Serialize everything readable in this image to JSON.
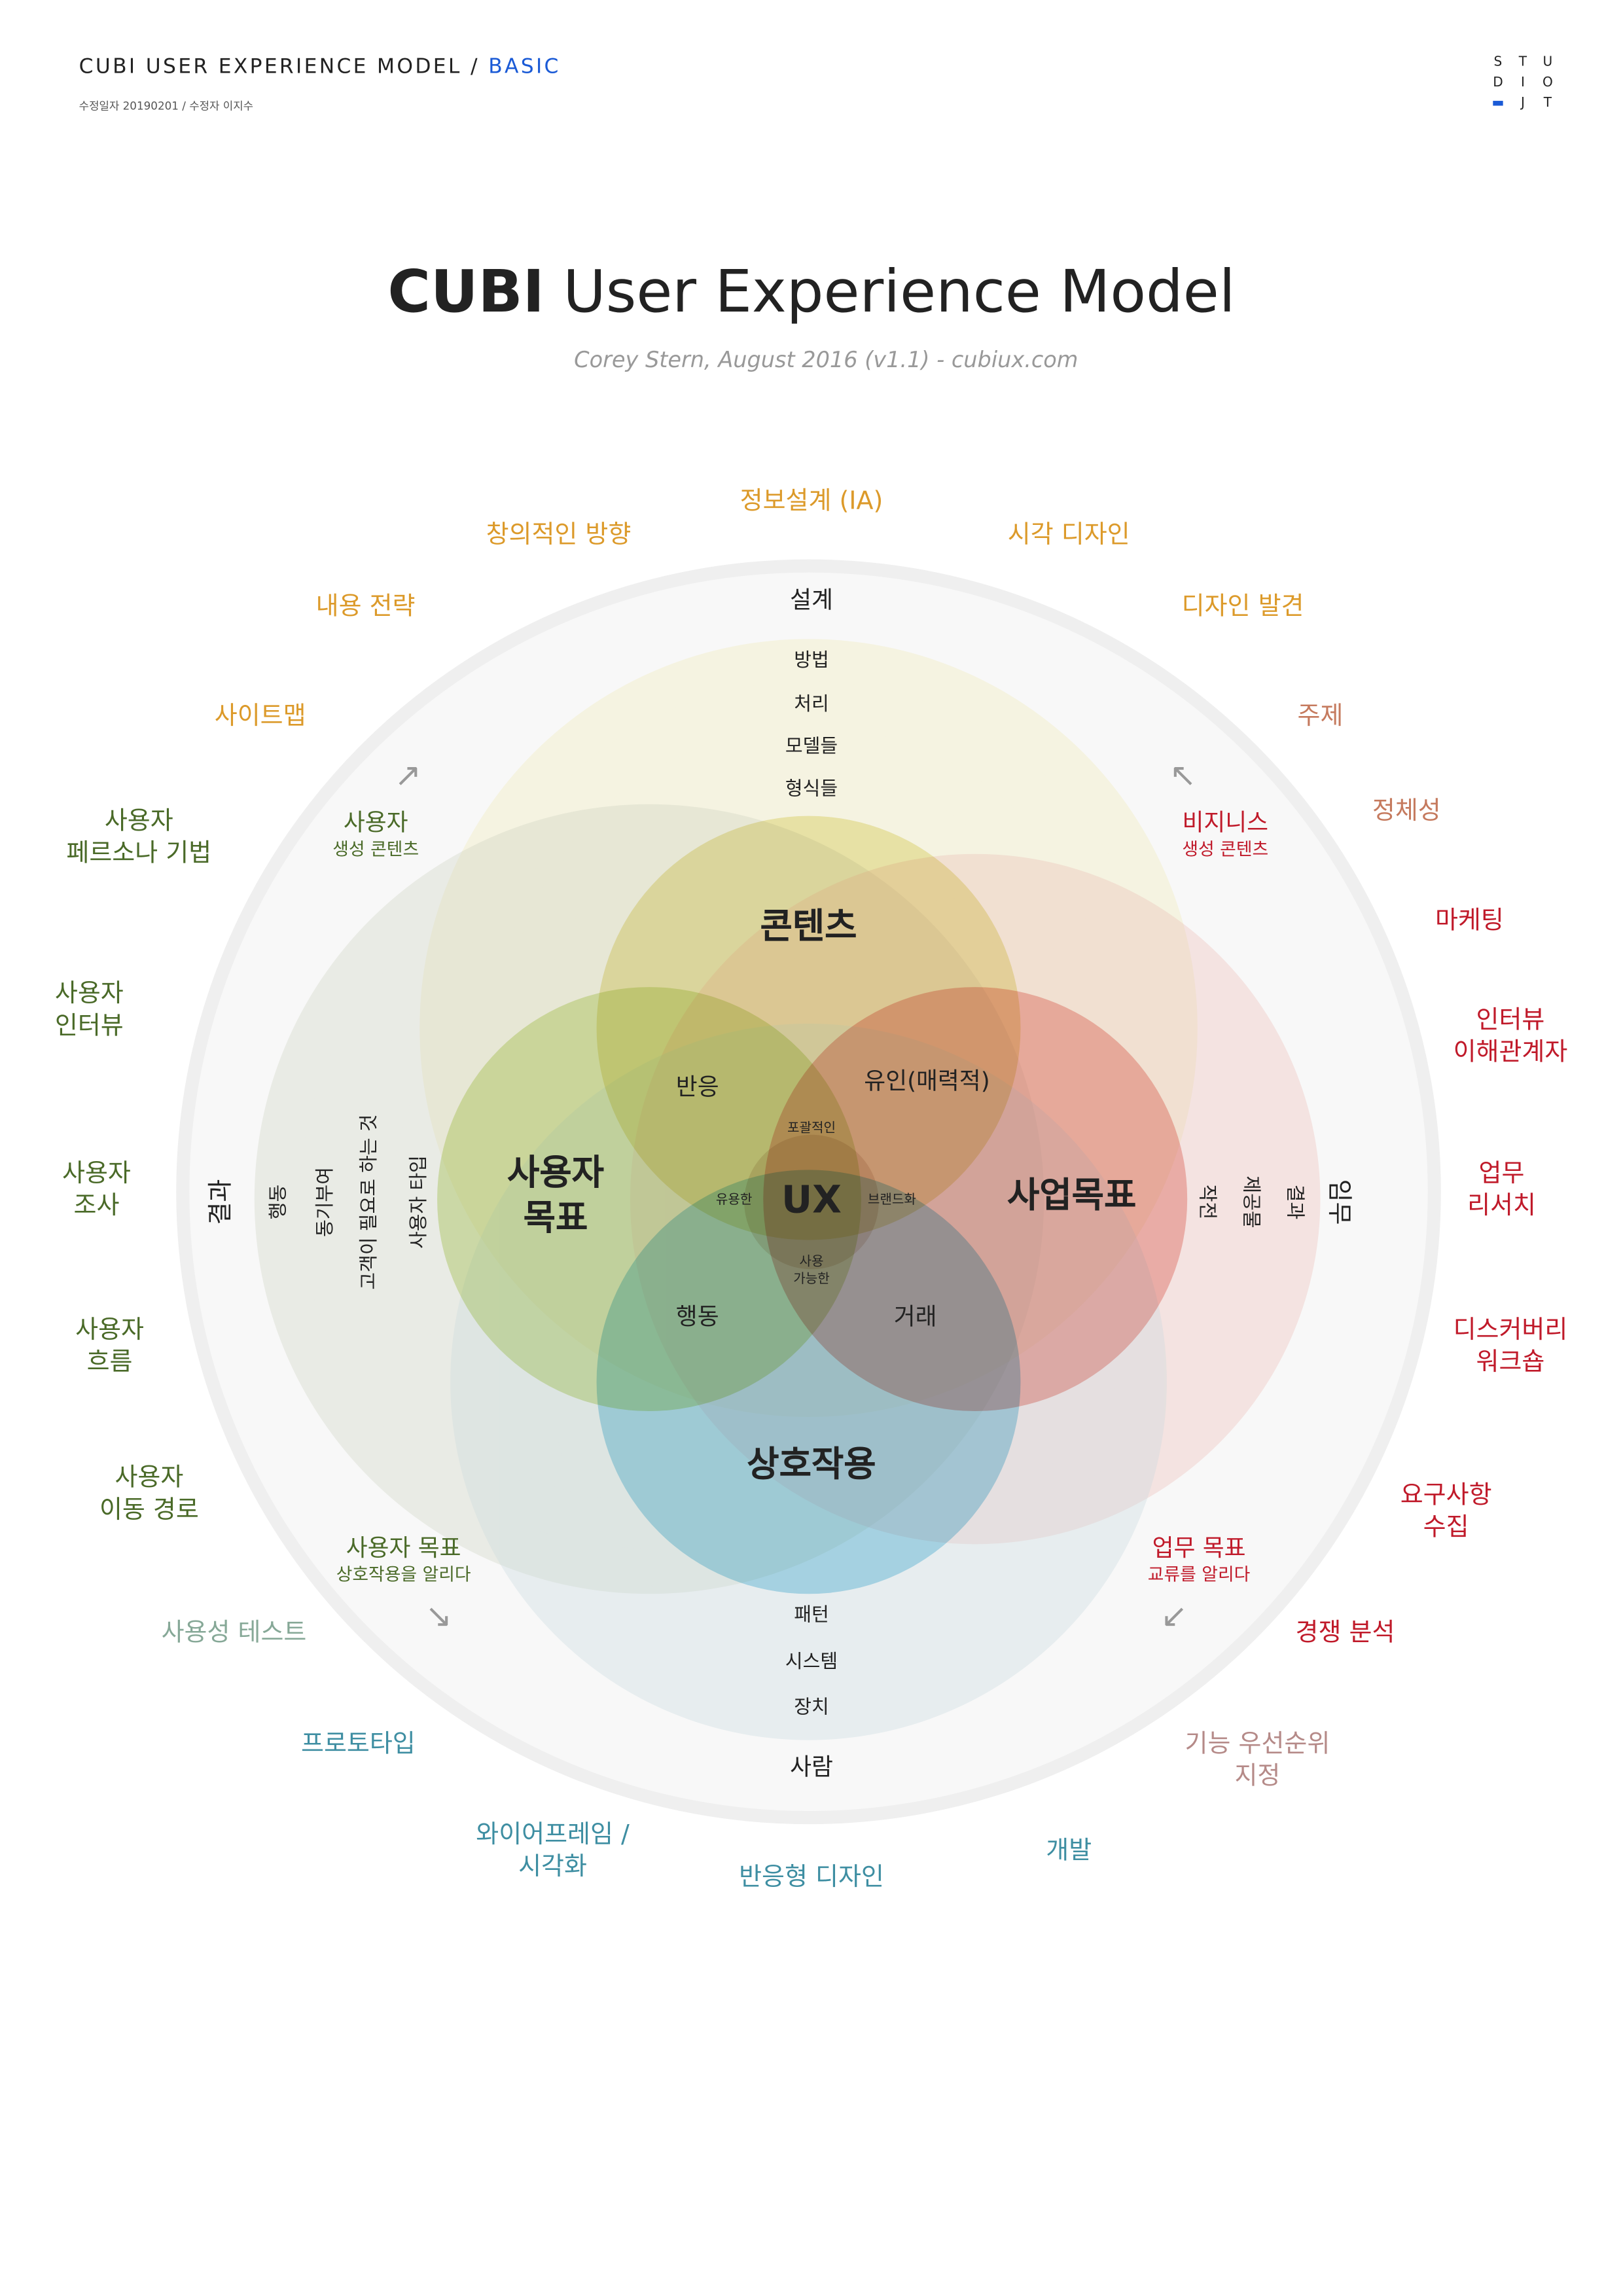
{
  "header": {
    "title": "CUBI USER EXPERIENCE MODEL / ",
    "title_accent": "BASIC",
    "meta": "수정일자 20190201 / 수정자 이지수",
    "accent_color": "#1a5ad6"
  },
  "logo": {
    "letters": [
      "S",
      "T",
      "U",
      "D",
      "I",
      "O",
      "▬",
      "J",
      "T"
    ]
  },
  "main": {
    "title_bold": "CUBI",
    "title_rest": " User Experience Model",
    "subtitle": "Corey Stern, August 2016  (v1.1)  - cubiux.com"
  },
  "outer": {
    "ia": "정보설계 (IA)",
    "creative": "창의적인 방향",
    "visual": "시각 디자인",
    "content_strategy": "내용 전략",
    "design_discovery": "디자인 발견",
    "sitemap": "사이트맵",
    "theme": "주제",
    "identity": "정체성",
    "marketing": "마케팅",
    "stakeholder": [
      "인터뷰",
      "이해관계자"
    ],
    "biz_research": [
      "업무",
      "리서치"
    ],
    "workshop": [
      "디스커버리",
      "워크숍"
    ],
    "requirements": [
      "요구사항",
      "수집"
    ],
    "competitive": "경쟁 분석",
    "prioritization": [
      "기능 우선순위",
      "지정"
    ],
    "dev": "개발",
    "responsive": "반응형 디자인",
    "wireframe": [
      "와이어프레임 /",
      "시각화"
    ],
    "prototype": "프로토타입",
    "usability": "사용성 테스트",
    "journey": [
      "사용자",
      "이동 경로"
    ],
    "flow": [
      "사용자",
      "흐름"
    ],
    "survey": [
      "사용자",
      "조사"
    ],
    "interview": [
      "사용자",
      "인터뷰"
    ],
    "persona": [
      "사용자",
      "페르소나 기법"
    ]
  },
  "annotations": {
    "user_content": [
      "사용자",
      "생성 콘텐츠"
    ],
    "biz_content": [
      "비지니스",
      "생성 콘텐츠"
    ],
    "user_goals": [
      "사용자 목표",
      "상호작용을 알리다"
    ],
    "biz_goals": [
      "업무 목표",
      "교류를 알리다"
    ]
  },
  "rings": {
    "top": [
      "설계",
      "방법",
      "처리",
      "모델들",
      "형식들"
    ],
    "left": [
      "결과",
      "행동",
      "동기부여",
      "고객이 필요로 하는 것",
      "사용자 타입"
    ],
    "right": [
      "작전",
      "제공물",
      "결과",
      "임무"
    ],
    "bottom": [
      "패턴",
      "시스템",
      "장치",
      "사람"
    ]
  },
  "core": {
    "content": "콘텐츠",
    "user_goals": [
      "사용자",
      "목표"
    ],
    "business_goals": "사업목표",
    "interaction": "상호작용",
    "reactive": "반응",
    "appealing": "유인(매력적)",
    "inclusive": "포괄적인",
    "useful": "유용한",
    "ux": "UX",
    "branded": "브랜드화",
    "usable": [
      "사용",
      "가능한"
    ],
    "behavior": "행동",
    "transaction": "거래"
  },
  "colors": {
    "design": "#dc9a2a",
    "business": "#c01a2a",
    "user": "#4a6a28",
    "build": "#3e8ea2"
  }
}
